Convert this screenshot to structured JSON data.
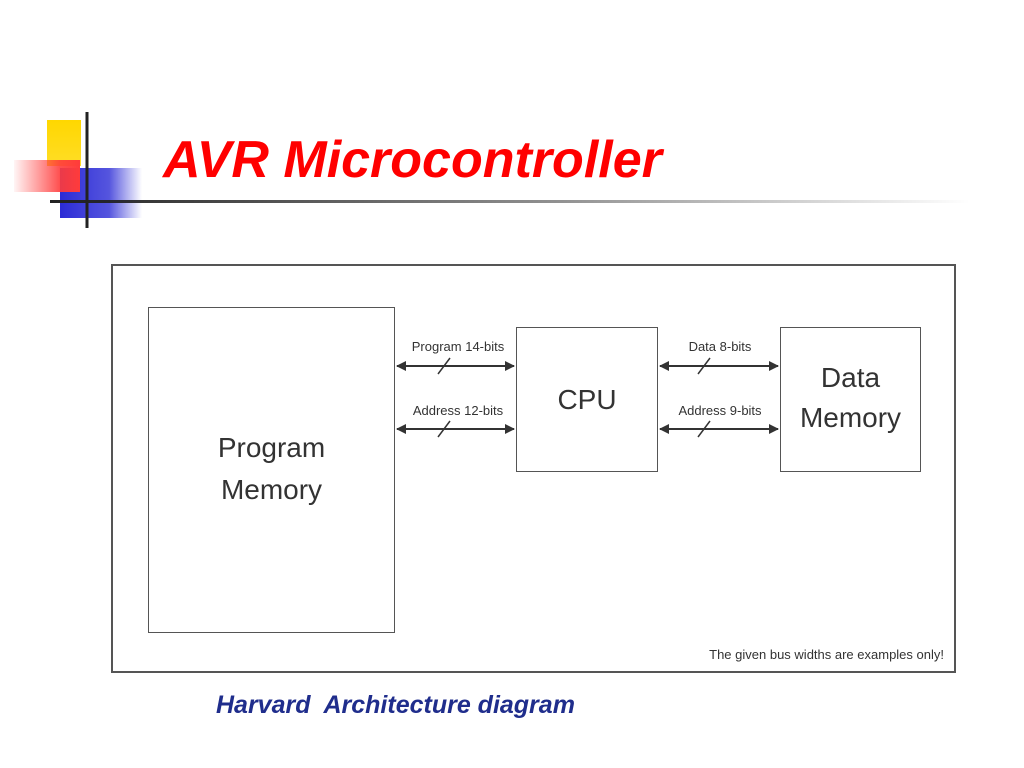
{
  "slide": {
    "title": "AVR Microcontroller",
    "caption": "Harvard  Architecture diagram",
    "title_color": "#ff0000",
    "caption_color": "#1f2d8c"
  },
  "decoration": {
    "colors": {
      "yellow": "#ffd700",
      "red": "#ff3b3b",
      "blue": "#2b2bd6",
      "line": "#222222"
    }
  },
  "diagram": {
    "program_memory": {
      "line1": "Program",
      "line2": "Memory"
    },
    "cpu": {
      "label": "CPU"
    },
    "data_memory": {
      "line1": "Data",
      "line2": "Memory"
    },
    "buses": {
      "program_bus": "Program 14-bits",
      "program_address_bus": "Address 12-bits",
      "data_bus": "Data 8-bits",
      "data_address_bus": "Address 9-bits"
    },
    "note": "The given bus widths are examples only!"
  }
}
